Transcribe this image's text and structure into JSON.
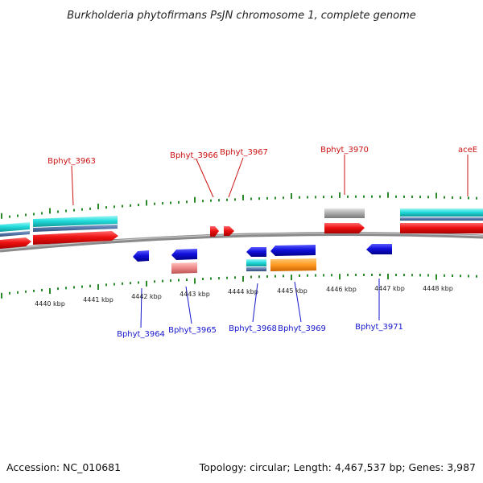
{
  "title": "Burkholderia phytofirmans PsJN chromosome 1, complete genome",
  "footer": {
    "accession": "Accession: NC_010681",
    "summary": "Topology: circular; Length: 4,467,537 bp; Genes: 3,987"
  },
  "scale_labels": [
    "4440 kbp",
    "4441 kbp",
    "4442 kbp",
    "4443 kbp",
    "4444 kbp",
    "4445 kbp",
    "4446 kbp",
    "4447 kbp",
    "4448 kbp"
  ],
  "forward_genes": [
    "Bphyt_3963",
    "Bphyt_3966",
    "Bphyt_3967",
    "Bphyt_3970",
    "aceE"
  ],
  "reverse_genes": [
    "Bphyt_3964",
    "Bphyt_3965",
    "Bphyt_3968",
    "Bphyt_3969",
    "Bphyt_3971"
  ],
  "colors": {
    "backbone": "#8a8a8a",
    "forward_label": "#cc1111",
    "reverse_label": "#1515cc",
    "cds": "#ee1111",
    "cds_reverse": "#1111dd",
    "rna_cyan": "#22dddd",
    "rna_steel": "#5577aa",
    "pseudo_gray": "#aaaaaa",
    "pink": "#ee8888",
    "orange": "#ff9922",
    "tick": "#2a8a2a"
  }
}
